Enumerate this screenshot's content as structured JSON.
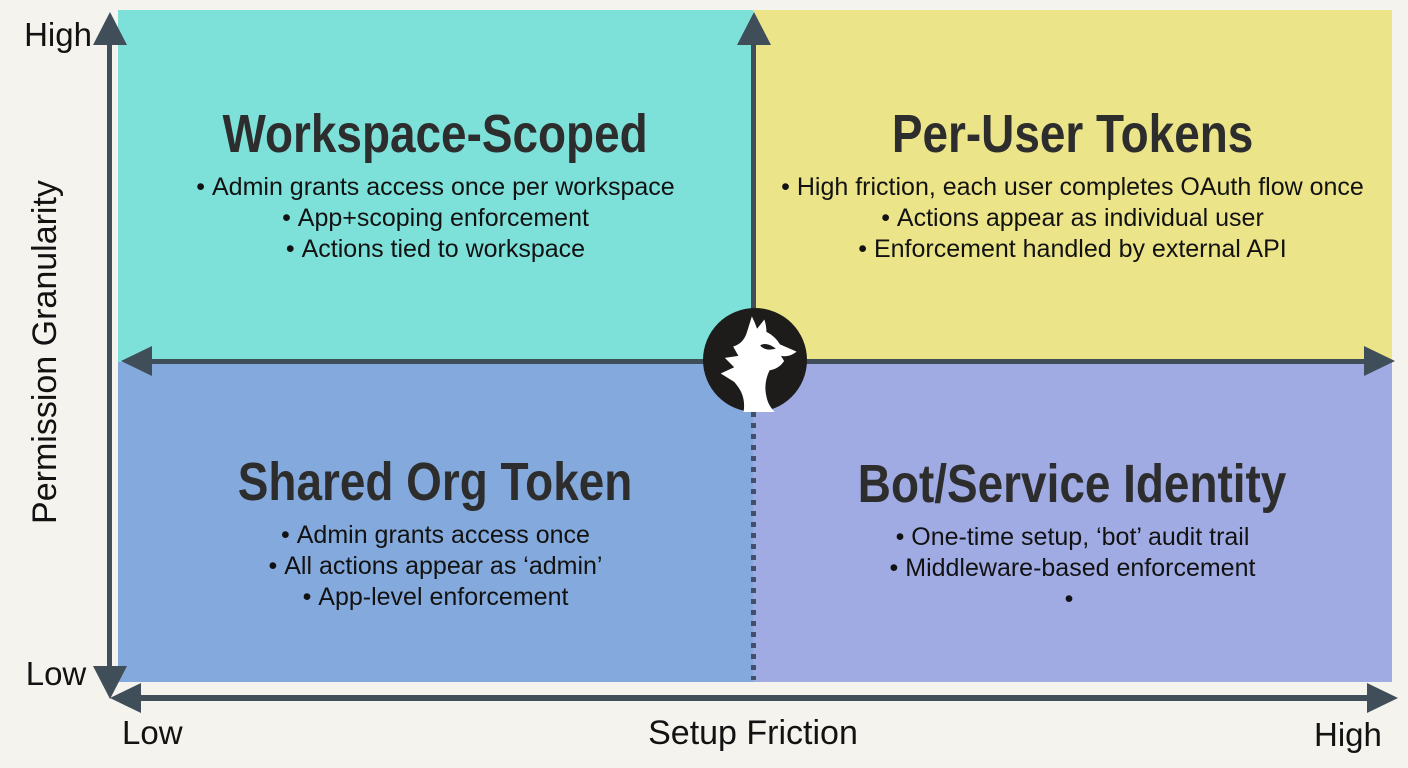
{
  "colors": {
    "background": "#f5f3ed",
    "quad_top_left": "#7de1da",
    "quad_top_right": "#ece488",
    "quad_bottom_left": "#84a9dc",
    "quad_bottom_right": "#9fabe2",
    "axis": "#3f4e58",
    "title_text": "#2d2d2d",
    "bullet_text": "#121212",
    "dotted_line": "#414f6b",
    "logo_circle": "#1d1c1a",
    "logo_glyph": "#ffffff"
  },
  "axes": {
    "y": {
      "label": "Permission Granularity",
      "top": "High",
      "bottom": "Low"
    },
    "x": {
      "label": "Setup Friction",
      "left": "Low",
      "right": "High"
    }
  },
  "quadrants": {
    "top_left": {
      "title": "Workspace-Scoped",
      "bullets": [
        "Admin grants access once per workspace",
        "App+scoping enforcement",
        "Actions tied to workspace"
      ]
    },
    "top_right": {
      "title": "Per-User Tokens",
      "bullets": [
        "High friction, each user completes OAuth flow once",
        "Actions appear as individual user",
        "Enforcement handled by external API"
      ]
    },
    "bottom_left": {
      "title": "Shared Org Token",
      "bullets": [
        "Admin grants access once",
        "All actions appear as ‘admin’",
        "App-level enforcement"
      ]
    },
    "bottom_right": {
      "title": "Bot/Service Identity",
      "bullets": [
        "One-time setup, ‘bot’ audit trail",
        "Middleware-based enforcement"
      ]
    }
  },
  "logo": {
    "name": "wolf-logo"
  }
}
